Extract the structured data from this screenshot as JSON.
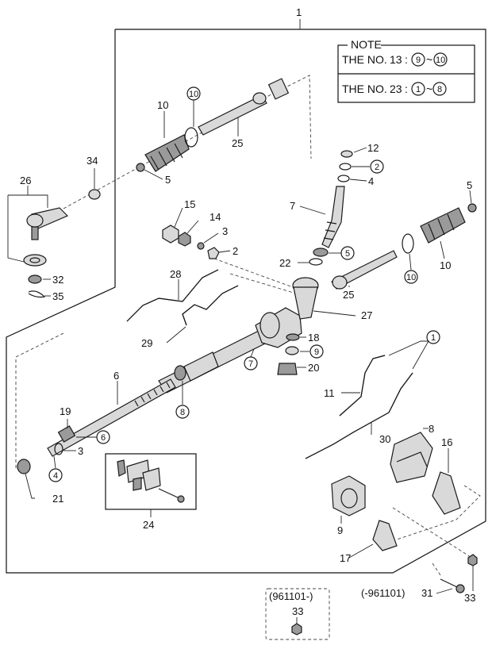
{
  "note": {
    "title": "NOTE",
    "line1_prefix": "THE NO.",
    "line1_num": "13",
    "line1_colon": ":",
    "line1_from": "9",
    "line1_tilde": "~",
    "line1_to": "10",
    "line2_prefix": "THE NO.",
    "line2_num": "23",
    "line2_colon": ":",
    "line2_from": "1",
    "line2_tilde": "~",
    "line2_to": "8"
  },
  "callouts": {
    "c1": "1",
    "c2a": "2",
    "c2b": "2",
    "c3a": "3",
    "c3b": "3",
    "c4a": "4",
    "c4b": "4",
    "c5a": "5",
    "c5b": "5",
    "c5c": "5",
    "c6": "6",
    "c7a": "7",
    "c8": "8",
    "c9": "9",
    "c10a": "10",
    "c10b": "10",
    "c11": "11",
    "c12": "12",
    "c14": "14",
    "c15": "15",
    "c16": "16",
    "c17": "17",
    "c18": "18",
    "c19": "19",
    "c20": "20",
    "c21": "21",
    "c22": "22",
    "c24": "24",
    "c25a": "25",
    "c25b": "25",
    "c26": "26",
    "c27": "27",
    "c28": "28",
    "c29": "29",
    "c30": "30",
    "c31": "31",
    "c32": "32",
    "c33a": "33",
    "c33b": "33",
    "c34": "34",
    "c35": "35"
  },
  "circled": {
    "k10a": "10",
    "k2a": "2",
    "k5a": "5",
    "k10b": "10",
    "k9a": "9",
    "k7a": "7",
    "k8a": "8",
    "k6a": "6",
    "k4a": "4",
    "k1a": "1"
  },
  "date_labels": {
    "from_date": "(961101-)",
    "to_date_prefix": "(-961101)"
  }
}
